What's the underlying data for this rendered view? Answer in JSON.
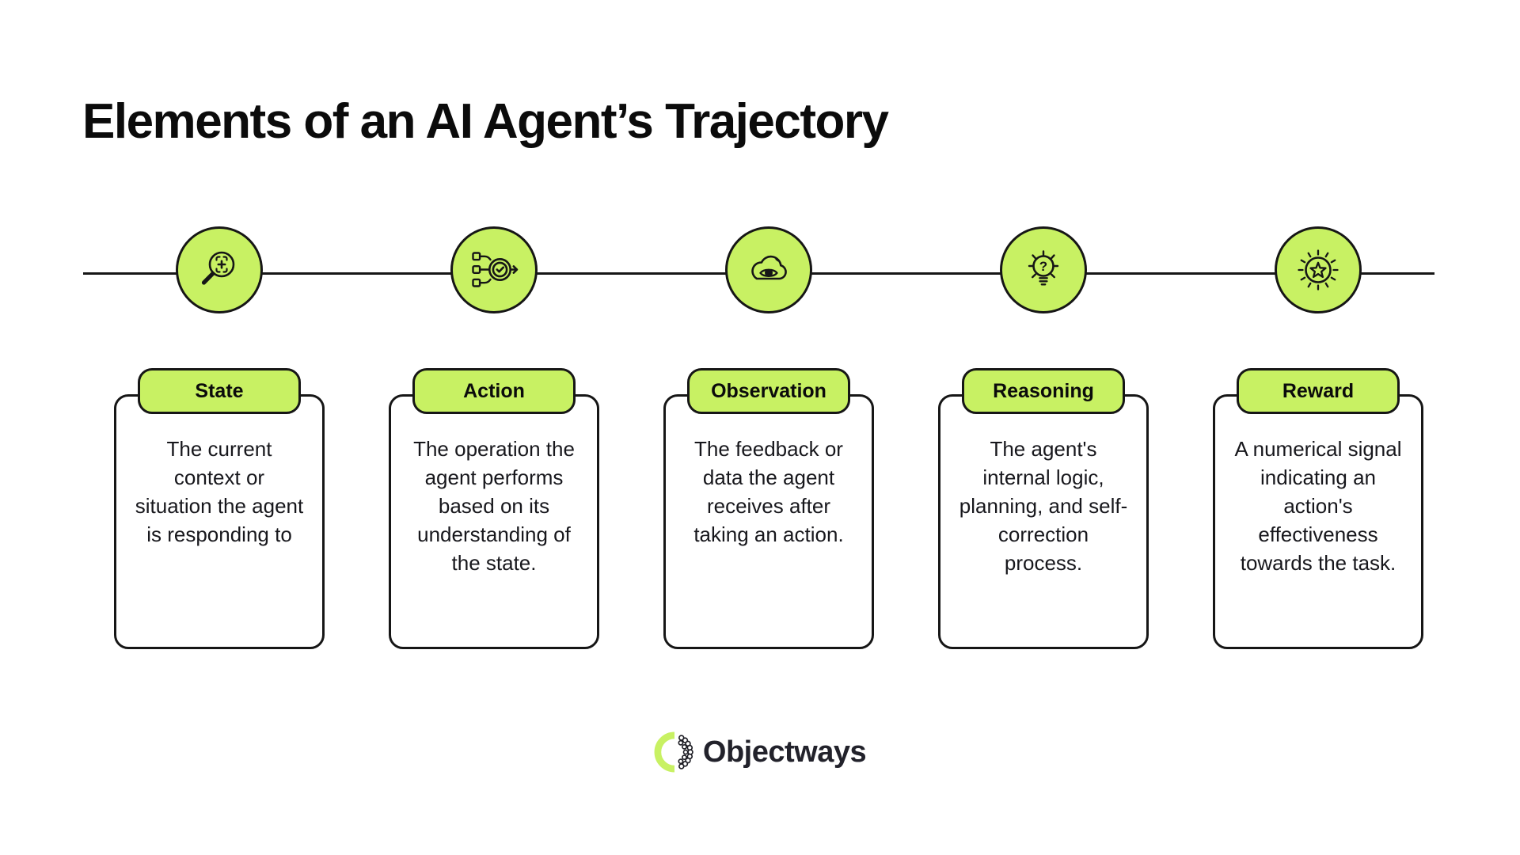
{
  "title": "Elements of an AI Agent’s Trajectory",
  "colors": {
    "accent_green": "#c8f163",
    "outline_black": "#161616",
    "text_dark": "#17171c",
    "background": "#ffffff"
  },
  "steps": [
    {
      "label": "State",
      "icon": "magnifier-scan-icon",
      "description": "The current context or situation the agent is responding to"
    },
    {
      "label": "Action",
      "icon": "process-check-arrow-icon",
      "description": "The operation the agent performs based on its understanding of the state."
    },
    {
      "label": "Observation",
      "icon": "cloud-eye-icon",
      "description": "The feedback or data the agent receives after taking an action."
    },
    {
      "label": "Reasoning",
      "icon": "lightbulb-question-icon",
      "description": "The agent's internal logic, planning, and self-correction process."
    },
    {
      "label": "Reward",
      "icon": "star-rays-icon",
      "description": "A numerical signal indicating an action's effectiveness towards the task."
    }
  ],
  "footer": {
    "brand": "Objectways"
  }
}
